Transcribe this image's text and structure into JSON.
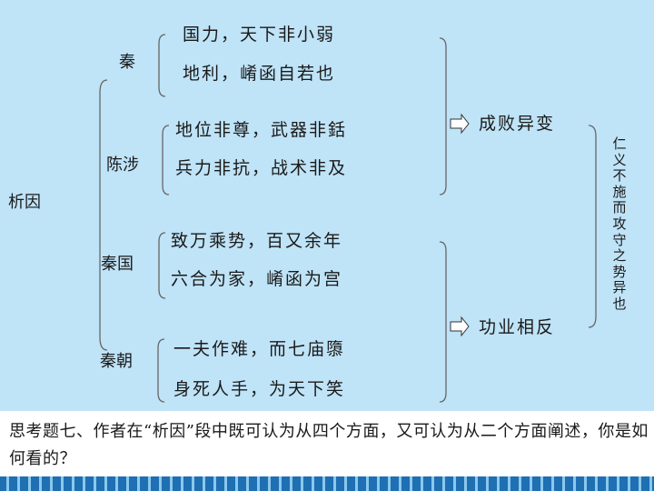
{
  "diagram": {
    "root": "析因",
    "topics": [
      {
        "name": "秦",
        "lines": [
          "国力，天下非小弱",
          "地利，崤函自若也"
        ]
      },
      {
        "name": "陈涉",
        "lines": [
          "地位非尊，武器非銛",
          "兵力非抗，战术非及"
        ]
      },
      {
        "name": "秦国",
        "lines": [
          "致万乘势，百又余年",
          "六合为家，崤函为宫"
        ]
      },
      {
        "name": "秦朝",
        "lines": [
          "一夫作难，而七庙隳",
          "身死人手，为天下笑"
        ]
      }
    ],
    "outcomes": [
      "成败异变",
      "功业相反"
    ],
    "conclusion": "仁义不施而攻守之势异也"
  },
  "question": "思考题七、作者在“析因”段中既可认为从四个方面，又可认为从二个方面阐述，你是如何看的？",
  "colors": {
    "background": "#bfe3f7",
    "panel": "#ffffff",
    "strip_light": "#8cc8ec",
    "strip_dark": "#1f6fb3",
    "bracket": "#666666"
  }
}
